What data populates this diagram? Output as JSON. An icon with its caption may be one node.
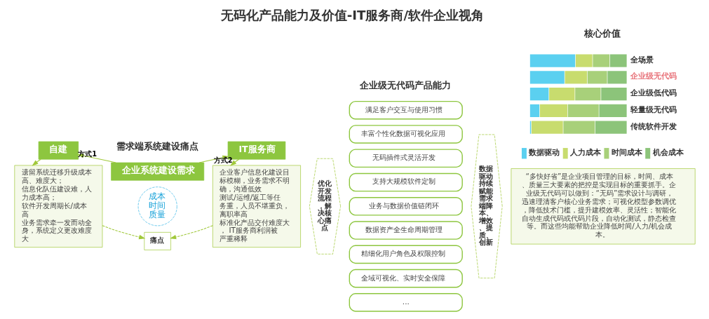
{
  "diagram": {
    "title": "无码化产品能力及价值-IT服务商/软件企业视角",
    "nodes": [
      {
        "text": [
          "企业系统建设需求"
        ]
      },
      {
        "text": [
          "自建"
        ]
      },
      {
        "text": [
          "IT服务商"
        ]
      },
      {
        "text": [
          "痛点"
        ]
      },
      {
        "text": [
          "遗留系统迁移升级成本高、难度大；",
          "信息化队伍建设难，人力成本高；",
          "软件开发周期长/成本高",
          "业务需求牵一发而动全身，系统定义更改难度大"
        ]
      },
      {
        "text": [
          "企业客户信息化建设目标模糊，业务需求不明确，沟通低效",
          "测试/运维/返工等任务重，人员不堪重负，离职率高",
          "标准化产品交付难度大， IT服务商利润被严重稀释"
        ]
      },
      {
        "text": [
          "成本",
          "时间",
          "质量"
        ]
      },
      {
        "text": [
          "优化开发流程，解决核心痛点"
        ]
      },
      {
        "text": [
          "满足客户交互与使用习惯"
        ]
      },
      {
        "text": [
          "丰富个性化数据可视化应用"
        ]
      },
      {
        "text": [
          "无码插件式灵活开发"
        ]
      },
      {
        "text": [
          "支持大规模软件定制"
        ]
      },
      {
        "text": [
          "业务与数据价值链闭环"
        ]
      },
      {
        "text": [
          "数据资产全生命周期管理"
        ]
      },
      {
        "text": [
          "精细化用户角色及权限控制"
        ]
      },
      {
        "text": [
          "全域可视化、实时安全保障"
        ]
      },
      {
        "text": [
          "..."
        ]
      },
      {
        "text": [
          "数据驱动持续赋能需求端降本、增效、提质、创新"
        ]
      },
      {
        "text": [
          "“多快好省”是企业项目管理的目标，时间、成本、质量三大要素的把控是实现目标的重要抓手。企业级无代码可以做到：“无码”需求设计与调研，迅速理清客户核心业务需求；可视化模型参数调优，降低技术门槛，提升建模效率、灵活性；智能化自动生成代码或代码片段，自动化测试，静态检查等。而这些均能帮助企业降低时间/人力/机会成本。"
        ]
      }
    ],
    "edges": [
      {
        "from": 0,
        "to": 1,
        "arrow": "to",
        "label": "方式1"
      },
      {
        "from": 0,
        "to": 2,
        "arrow": "to",
        "label": "方式2"
      },
      {
        "from": 1,
        "to": 4,
        "arrow": "to"
      },
      {
        "from": 2,
        "to": 5,
        "arrow": "to"
      },
      {
        "from": 4,
        "to": 3,
        "arrow": "to",
        "style": "dashed"
      },
      {
        "from": 5,
        "to": 3,
        "arrow": "to",
        "style": "dashed"
      }
    ],
    "labels": [
      "需求端系统建设痛点",
      "企业级无代码产品能力",
      "核心价值",
      "全场景",
      "企业级无代码",
      "企业级低代码",
      "轻量级无代码",
      "传统软件开发"
    ],
    "legend": [
      {
        "text": "数据驱动",
        "color": "#5bd0f0"
      },
      {
        "text": "人力成本",
        "color": "#c8dc6e"
      },
      {
        "text": "时间成本",
        "color": "#a8d07a"
      },
      {
        "text": "机会成本",
        "color": "#8cc47a"
      }
    ]
  }
}
